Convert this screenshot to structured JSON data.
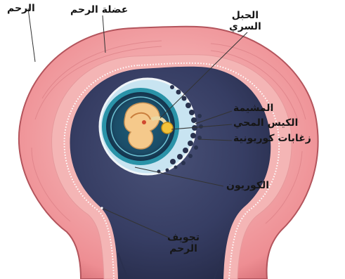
{
  "labels": {
    "uterus": "الرحم",
    "uterine_muscle": "عضلة الرحم",
    "umbilical_cord_line1": "الحبل",
    "umbilical_cord_line2": "السري",
    "placenta": "المشيمة",
    "yolk_sac": "الكيس المحي",
    "chorionic_villi": "زغابات كوريونية",
    "chorion": "الكوريون",
    "uterine_cavity_line1": "تجويف",
    "uterine_cavity_line2": "الرحم"
  },
  "colors": {
    "uterine_wall": "#ee8e93",
    "uterine_wall_dark": "#c9676e",
    "cavity": "#363d63",
    "cavity_light": "#6b7396",
    "chorion_ring": "#c8e4f1",
    "villi": "#29324e",
    "embryo": "#f5c98b",
    "amniotic": "#2a93a8",
    "line": "#333333"
  }
}
